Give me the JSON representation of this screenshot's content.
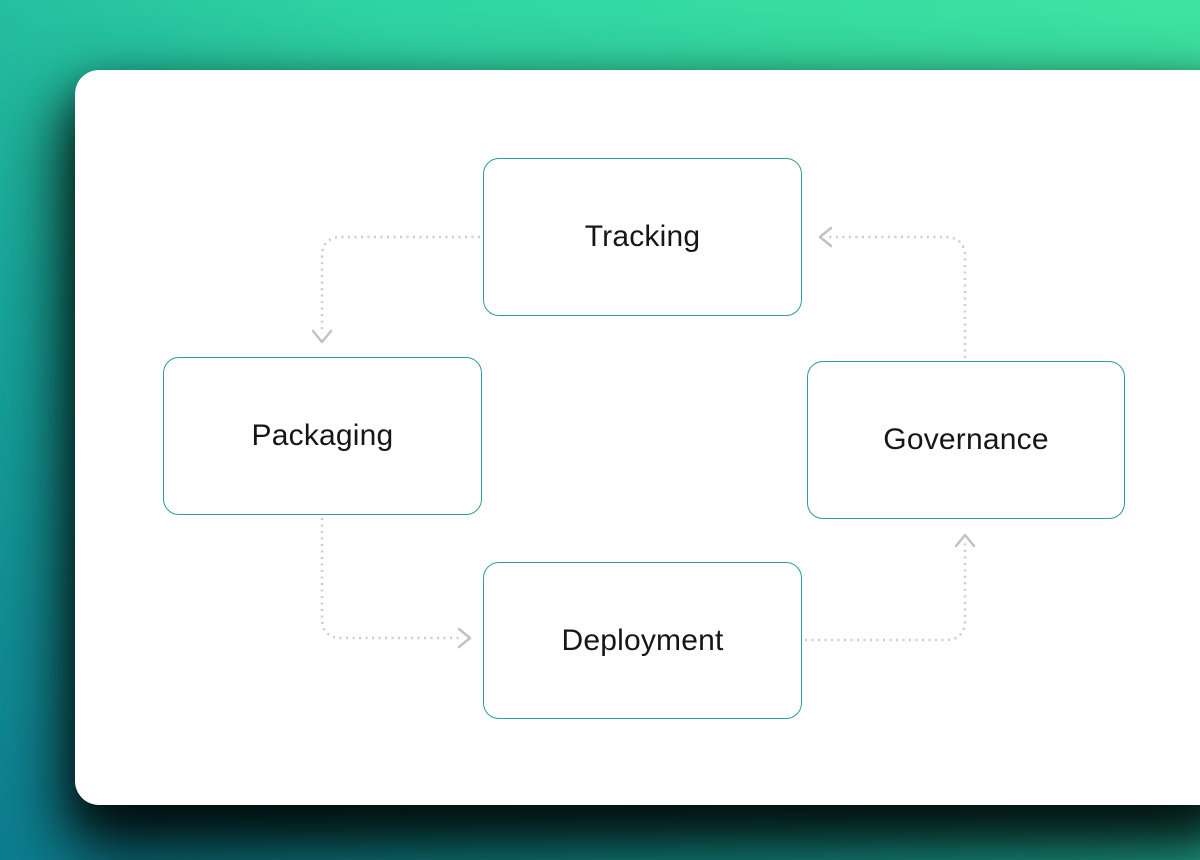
{
  "diagram": {
    "type": "cycle",
    "nodes": {
      "tracking": {
        "label": "Tracking"
      },
      "packaging": {
        "label": "Packaging"
      },
      "deployment": {
        "label": "Deployment"
      },
      "governance": {
        "label": "Governance"
      }
    },
    "flow": [
      "Tracking",
      "Packaging",
      "Deployment",
      "Governance"
    ]
  },
  "colors": {
    "accent": "#2b9e9e",
    "arrow": "#cccccc",
    "arrow-head": "#c2c2c2",
    "bg-top": "#3fe4a1",
    "bg-bottom": "#0d7e92",
    "card": "#ffffff",
    "label-text": "#161616"
  }
}
